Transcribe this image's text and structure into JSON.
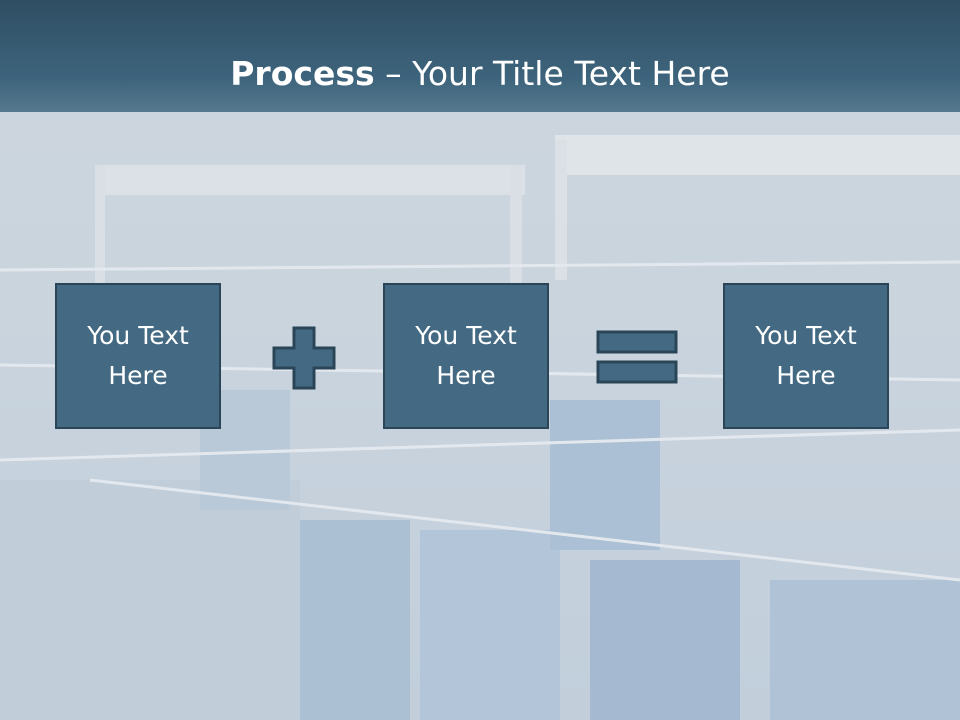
{
  "slide": {
    "title_bold": "Process",
    "title_rest": " – Your Title Text Here"
  },
  "boxes": [
    {
      "text": "You Text Here"
    },
    {
      "text": "You Text Here"
    },
    {
      "text": "You Text Here"
    }
  ],
  "operators": {
    "plus_icon": "plus-icon",
    "equals_icon": "equals-icon"
  },
  "colors": {
    "box_fill": "#446a83",
    "box_border": "#2a4558",
    "title_bar": "#3d647c",
    "title_text": "#ffffff"
  }
}
